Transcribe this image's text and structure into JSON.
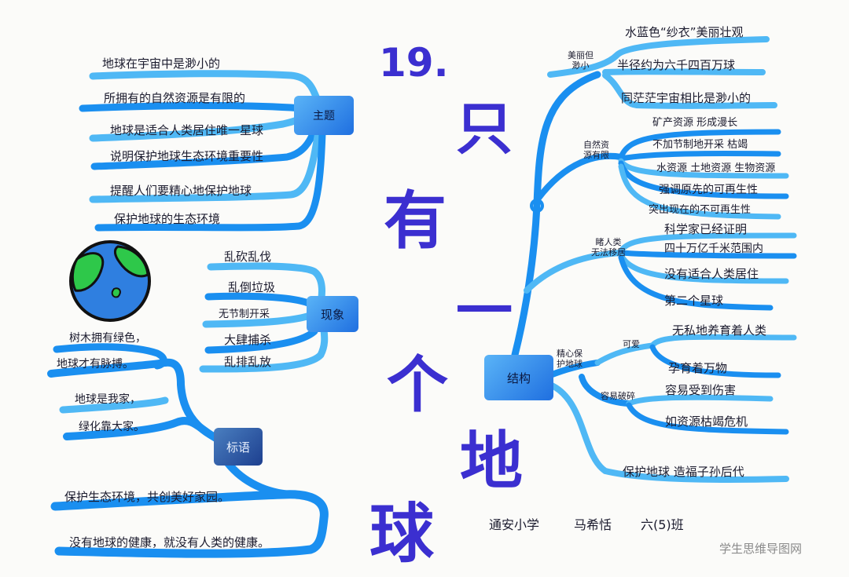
{
  "title": {
    "number": "19.",
    "chars": [
      "只",
      "有",
      "一",
      "个",
      "地",
      "球"
    ]
  },
  "theme": {
    "label": "主题",
    "items": [
      "地球在宇宙中是渺小的",
      "所拥有的自然资源是有限的",
      "地球是适合人类居住唯一星球",
      "说明保护地球生态环境重要性",
      "提醒人们要精心地保护地球",
      "保护地球的生态环境"
    ]
  },
  "phenomenon": {
    "label": "现象",
    "items": [
      "乱砍乱伐",
      "乱倒垃圾",
      "无节制开采",
      "大肆捕杀",
      "乱排乱放"
    ]
  },
  "slogan": {
    "label": "标语",
    "items": [
      "树木拥有绿色，",
      "地球才有脉搏。",
      "地球是我家，",
      "绿化靠大家。",
      "保护生态环境，共创美好家园。",
      "没有地球的健康，就没有人类的健康。"
    ]
  },
  "structure": {
    "label": "结构",
    "groups": [
      {
        "label": "美丽但\n渺小",
        "items": [
          "水蓝色“纱衣”美丽壮观",
          "半径约为六千四百万球",
          "同茫茫宇宙相比是渺小的"
        ]
      },
      {
        "label": "自然资\n源有限",
        "items": [
          "矿产资源  形成漫长",
          "不加节制地开采  枯竭",
          "水资源  土地资源  生物资源",
          "强调原先的可再生性",
          "突出现在的不可再生性"
        ]
      },
      {
        "label": "睹人类\n无法移居",
        "items": [
          "科学家已经证明",
          "四十万亿千米范围内",
          "没有适合人类居住",
          "第二个星球"
        ]
      },
      {
        "label": "精心保\n护地球",
        "subgroups": [
          {
            "label": "可爱",
            "items": [
              "无私地养育着人类",
              "孕育着万物"
            ]
          },
          {
            "label": "容易破碎",
            "items": [
              "容易受到伤害",
              "如资源枯竭危机"
            ]
          }
        ]
      },
      {
        "label": "",
        "items": [
          "保护地球  造福子孙后代"
        ]
      }
    ]
  },
  "footer": {
    "school": "通安小学",
    "name": "马希恬",
    "class": "六(5)班"
  },
  "watermark": "学生思维导图网",
  "colors": {
    "branch": "#1a8ff0",
    "branch_light": "#4fb8f5",
    "title": "#3b2fd0",
    "earth_blue": "#2f7fe0",
    "earth_green": "#2ec84a"
  }
}
